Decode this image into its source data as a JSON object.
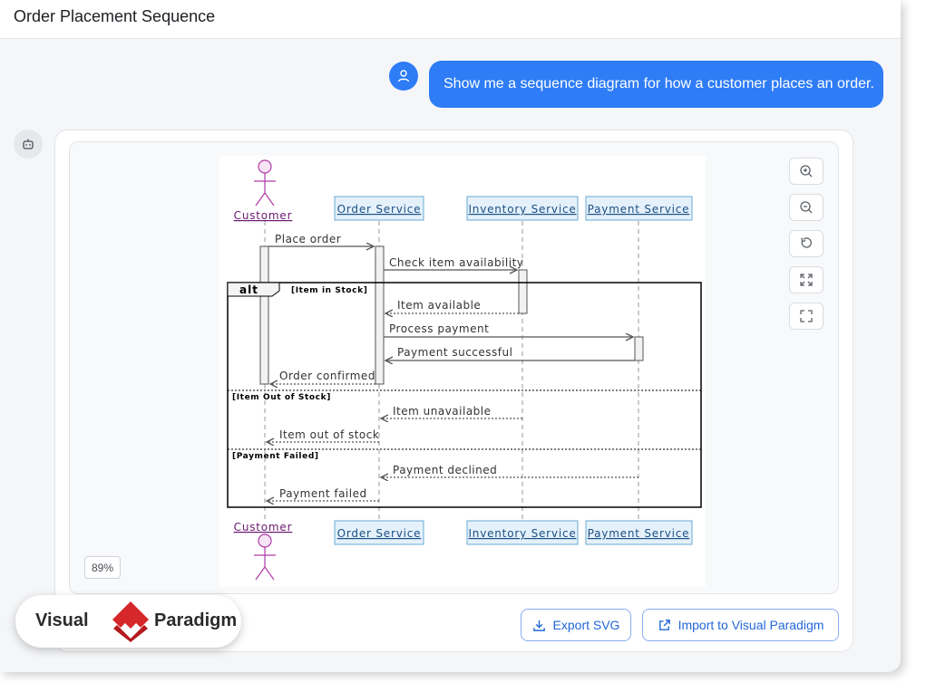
{
  "header": {
    "title": "Order Placement Sequence"
  },
  "chat": {
    "user_message": "Show me a sequence diagram for how a customer places an order."
  },
  "diagram": {
    "participants": {
      "customer": "Customer",
      "order": "Order Service",
      "inventory": "Inventory Service",
      "payment": "Payment Service"
    },
    "messages": {
      "m1": "Place order",
      "m2": "Check item availability",
      "m3": "Item available",
      "m4": "Process payment",
      "m5": "Payment successful",
      "m6": "Order confirmed",
      "m7": "Item unavailable",
      "m8": "Item out of stock",
      "m9": "Payment declined",
      "m10": "Payment failed"
    },
    "fragment": {
      "operator": "alt",
      "guard1": "[Item in Stock]",
      "guard2": "[Item Out of Stock]",
      "guard3": "[Payment Failed]"
    }
  },
  "toolbar": {
    "zoom_level": "89%",
    "icons": [
      "zoom-in-icon",
      "zoom-out-icon",
      "reset-icon",
      "fit-icon",
      "fullscreen-icon"
    ]
  },
  "actions": {
    "export_label": "Export SVG",
    "import_label": "Import to Visual Paradigm"
  },
  "brand": {
    "left_word": "Visual",
    "right_word": "Paradigm"
  },
  "colors": {
    "accent": "#2e7cf6",
    "actor": "#b03aa8",
    "participant_fill": "#e4f1fb",
    "participant_border": "#6aa9d6",
    "brand_red": "#d6272b"
  }
}
